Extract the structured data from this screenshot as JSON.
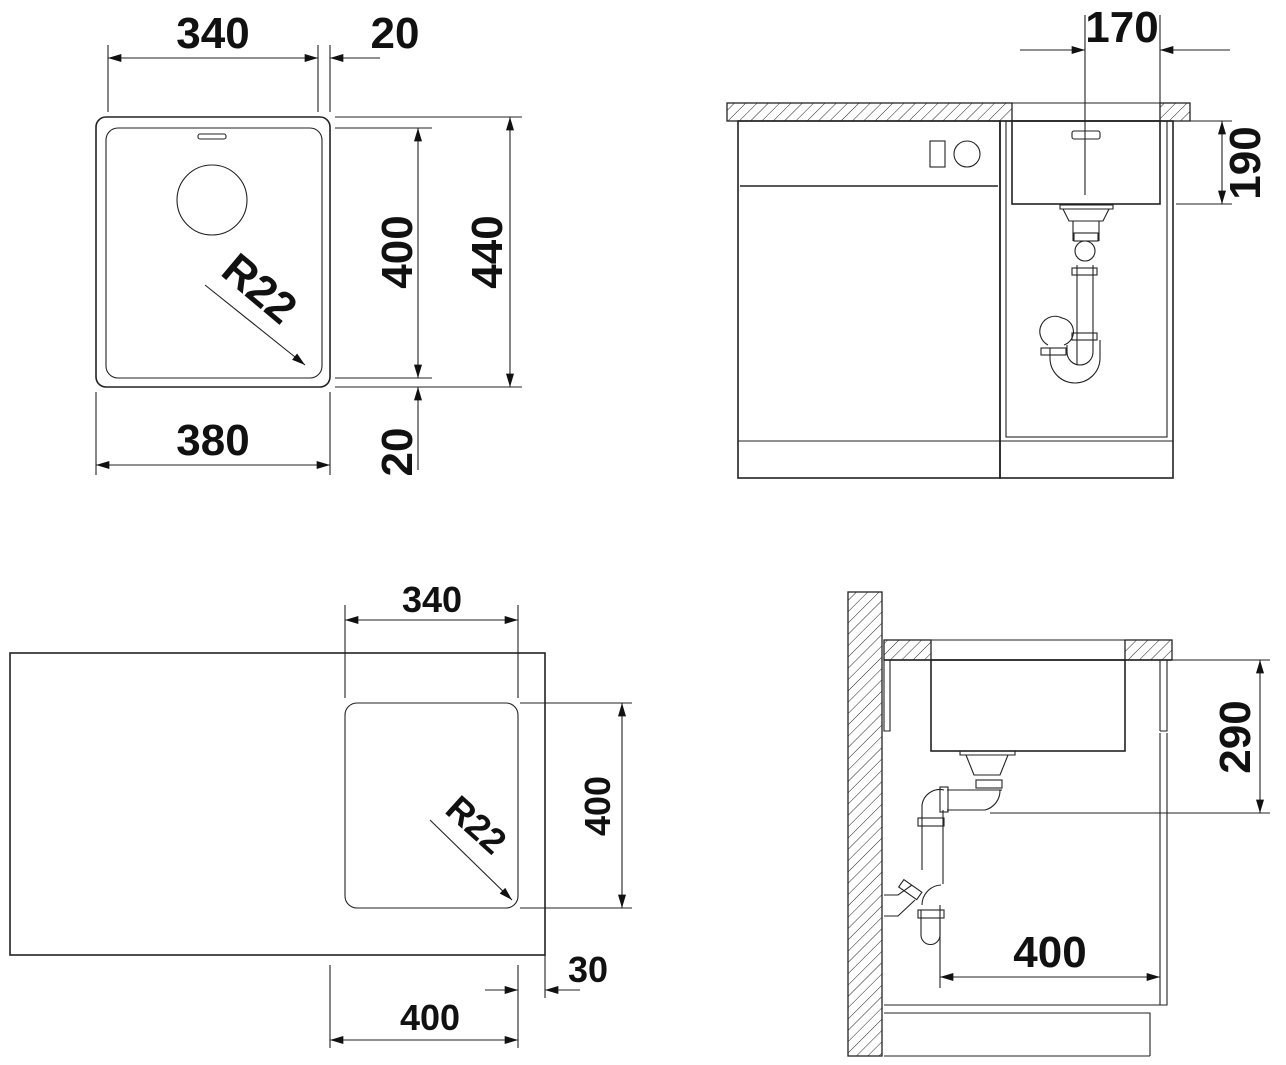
{
  "top_view": {
    "width_inner": "340",
    "offset_top": "20",
    "depth_inner": "400",
    "depth_outer": "440",
    "width_outer": "380",
    "offset_bottom": "20",
    "radius": "R22"
  },
  "front_view": {
    "drain_offset": "170",
    "bowl_depth": "190"
  },
  "cabinet_plan": {
    "width_inner": "340",
    "depth_inner": "400",
    "radius": "R22",
    "overhang": "30",
    "cabinet_width": "400"
  },
  "side_view": {
    "bowl_depth": "290",
    "cabinet_depth": "400"
  },
  "colors": {
    "line": "#222222",
    "background": "#ffffff"
  }
}
